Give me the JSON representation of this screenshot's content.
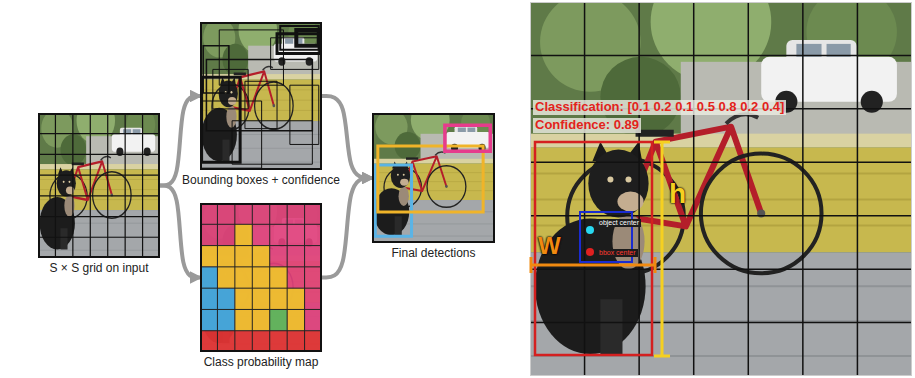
{
  "diagram": {
    "nodes": [
      {
        "text": [
          "S × S grid on input"
        ]
      },
      {
        "text": [
          "Bounding boxes + confidence"
        ]
      },
      {
        "text": [
          "Class probability map"
        ]
      },
      {
        "text": [
          "Final detections"
        ]
      }
    ],
    "edges": [
      {
        "from": 0,
        "to": 1,
        "arrow": "to"
      },
      {
        "from": 0,
        "to": 2,
        "arrow": "to"
      },
      {
        "from": 1,
        "to": 3,
        "arrow": "to"
      },
      {
        "from": 2,
        "to": 3,
        "arrow": "to"
      }
    ],
    "labels": [
      "Classification: [0.1 0.2 0.1 0.5 0.8 0.2 0.4]",
      "Confidence: 0.89",
      "h",
      "W",
      "object center",
      "bbox center"
    ]
  }
}
